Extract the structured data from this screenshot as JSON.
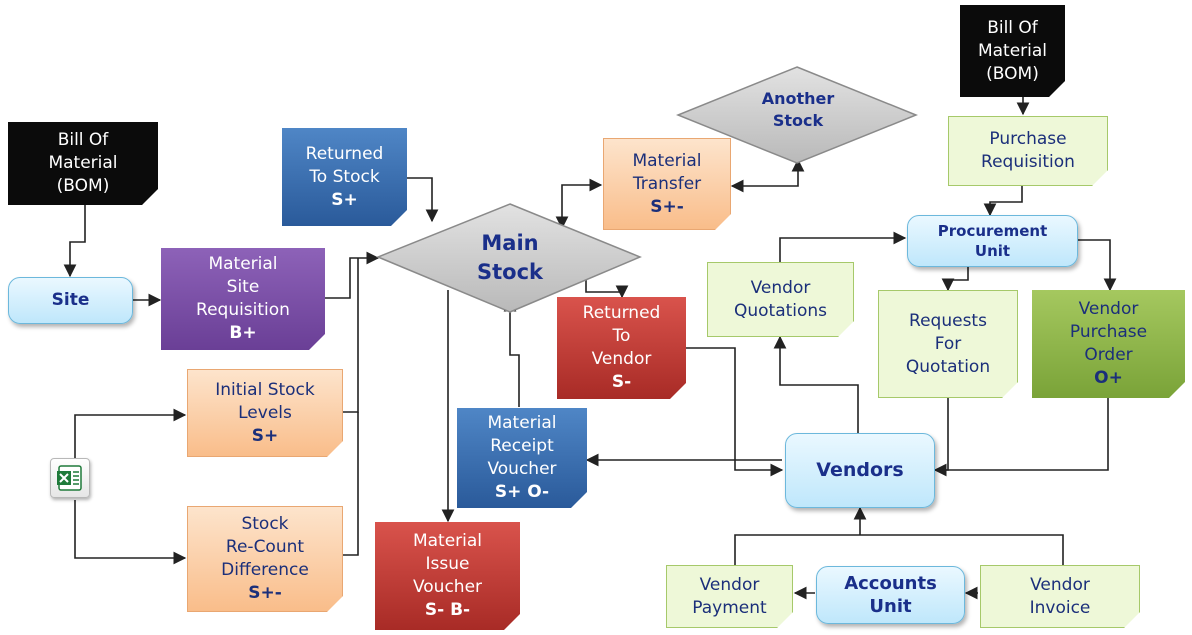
{
  "nodes": {
    "bom_right": [
      "Bill Of",
      "Material",
      "(BOM)"
    ],
    "bom_left": [
      "Bill Of",
      "Material",
      "(BOM)"
    ],
    "another_stock": [
      "Another",
      "Stock"
    ],
    "purchase_requisition": [
      "Purchase",
      "Requisition"
    ],
    "returned_to_stock": [
      "Returned",
      "To Stock"
    ],
    "returned_to_stock_code": "S+",
    "material_transfer": [
      "Material",
      "Transfer"
    ],
    "material_transfer_code": "S+-",
    "procurement_unit": [
      "Procurement",
      "Unit"
    ],
    "main_stock": [
      "Main",
      "Stock"
    ],
    "site": "Site",
    "material_site_requisition": [
      "Material",
      "Site",
      "Requisition"
    ],
    "material_site_requisition_code": "B+",
    "vendor_quotations": [
      "Vendor",
      "Quotations"
    ],
    "requests_for_quotation": [
      "Requests",
      "For",
      "Quotation"
    ],
    "vendor_purchase_order": [
      "Vendor",
      "Purchase",
      "Order"
    ],
    "vendor_purchase_order_code": "O+",
    "returned_to_vendor": [
      "Returned",
      "To",
      "Vendor"
    ],
    "returned_to_vendor_code": "S-",
    "initial_stock_levels": [
      "Initial Stock",
      "Levels"
    ],
    "initial_stock_levels_code": "S+",
    "material_receipt_voucher": [
      "Material",
      "Receipt",
      "Voucher"
    ],
    "material_receipt_voucher_code": "S+ O-",
    "vendors": "Vendors",
    "stock_recount": [
      "Stock",
      "Re-Count",
      "Difference"
    ],
    "stock_recount_code": "S+-",
    "material_issue_voucher": [
      "Material",
      "Issue",
      "Voucher"
    ],
    "material_issue_voucher_code": "S- B-",
    "vendor_payment": [
      "Vendor",
      "Payment"
    ],
    "accounts_unit": [
      "Accounts",
      "Unit"
    ],
    "vendor_invoice": [
      "Vendor",
      "Invoice"
    ],
    "excel_icon_letters": "X≡"
  },
  "colors": {
    "connector": "#222222",
    "diamond_fill": "#cfcfcf",
    "label_blue": "#1a2f8a",
    "excel_green": "#1f7a3a"
  },
  "icons": {
    "spreadsheet": "excel-icon"
  }
}
